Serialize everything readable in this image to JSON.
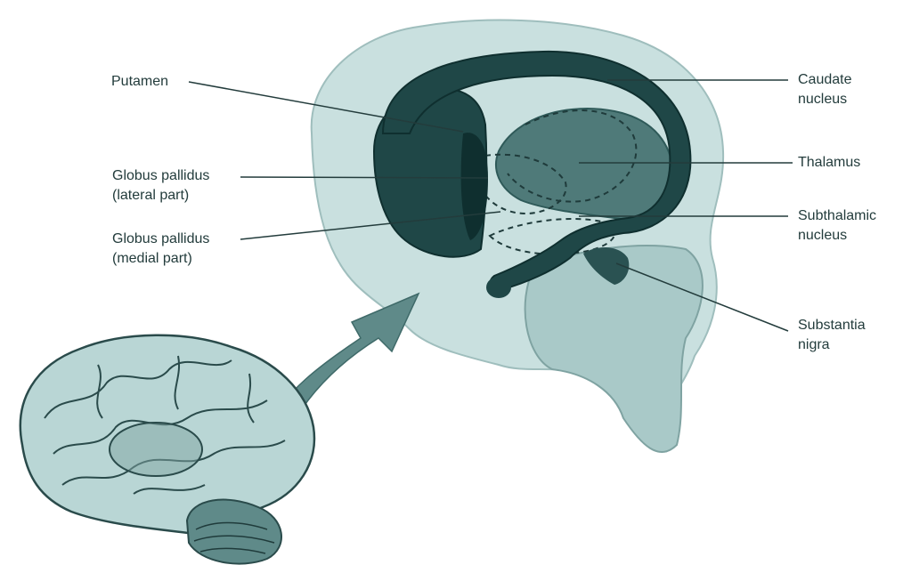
{
  "colors": {
    "background": "#ffffff",
    "structure_dark": "#1f4747",
    "structure_mid": "#4f7a79",
    "tissue_light": "#c9e0df",
    "line": "#233c3c"
  },
  "labels": {
    "putamen": "Putamen",
    "globus_lateral_1": "Globus pallidus",
    "globus_lateral_2": "(lateral part)",
    "globus_medial_1": "Globus pallidus",
    "globus_medial_2": "(medial part)",
    "caudate_1": "Caudate",
    "caudate_2": "nucleus",
    "thalamus": "Thalamus",
    "subthalamic_1": "Subthalamic",
    "subthalamic_2": "nucleus",
    "substantia_1": "Substantia",
    "substantia_2": "nigra"
  }
}
